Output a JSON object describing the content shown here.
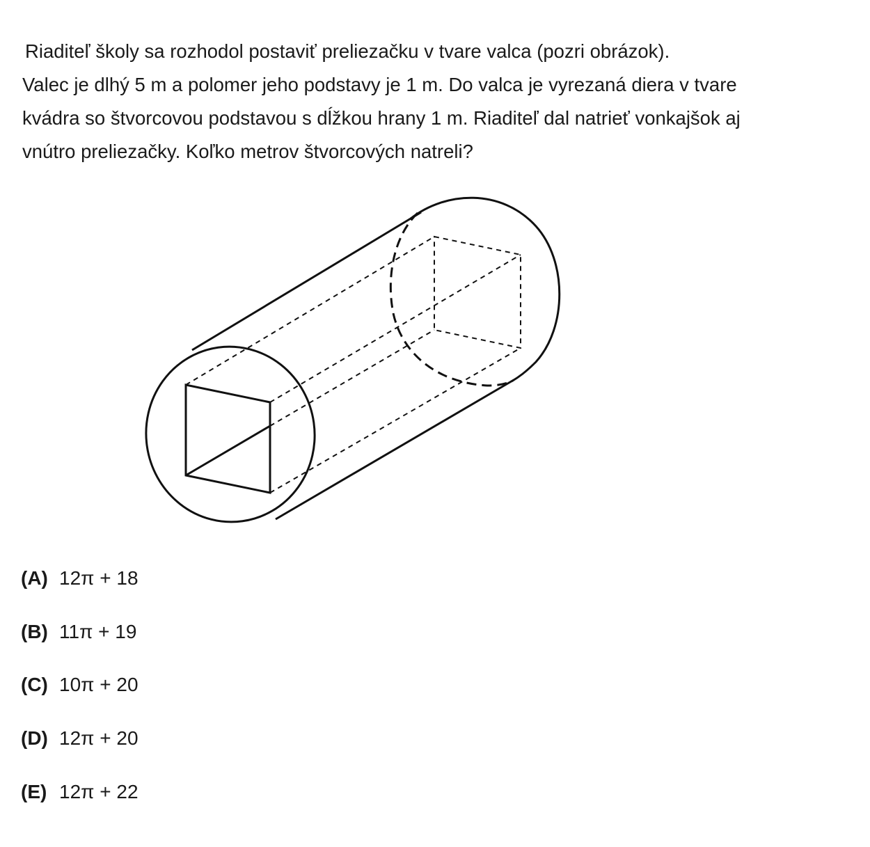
{
  "question": {
    "lines": [
      "Riaditeľ školy sa rozhodol postaviť preliezačku v tvare valca (pozri obrázok).",
      "Valec je dlhý 5 m a polomer jeho podstavy je 1 m. Do valca je vyrezaná diera v tvare",
      "kvádra so štvorcovou podstavou s dĺžkou hrany 1 m. Riaditeľ dal natrieť vonkajšok aj",
      "vnútro preliezačky. Koľko metrov štvorcových natreli?"
    ]
  },
  "options": [
    {
      "letter": "(A)",
      "expr": "12π + 18"
    },
    {
      "letter": "(B)",
      "expr": "11π + 19"
    },
    {
      "letter": "(C)",
      "expr": "10π + 20"
    },
    {
      "letter": "(D)",
      "expr": "12π + 20"
    },
    {
      "letter": "(E)",
      "expr": "12π + 22"
    }
  ]
}
